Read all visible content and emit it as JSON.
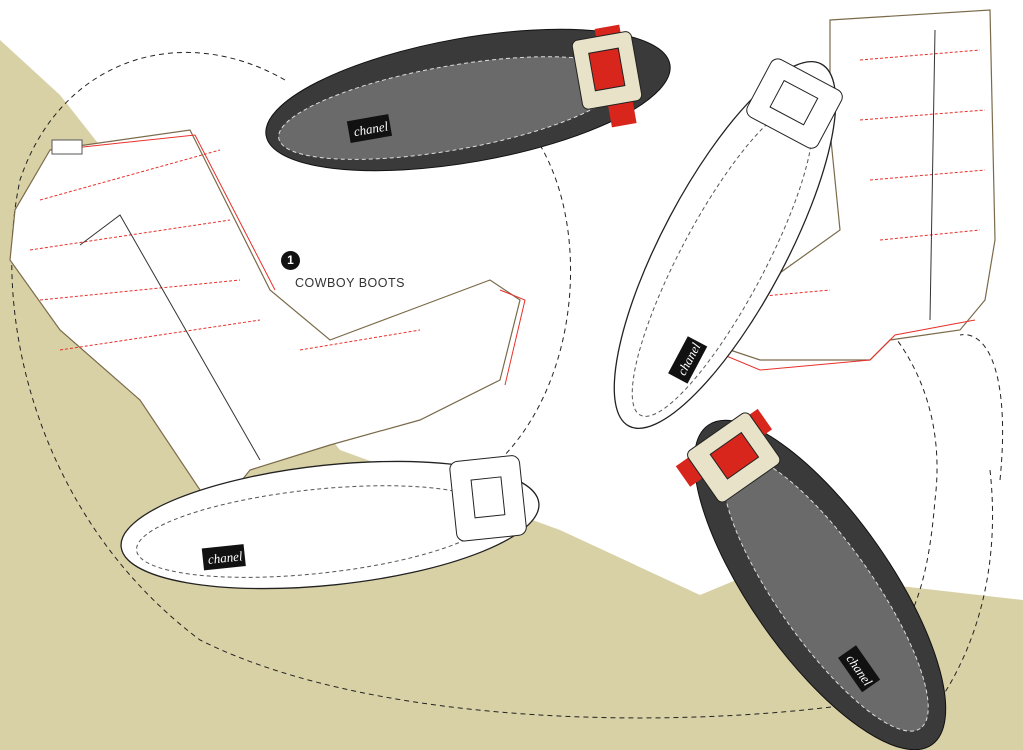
{
  "caption": {
    "number": "1",
    "title": "COWBOY BOOTS"
  },
  "brand_label": "chanel",
  "colors": {
    "background": "#ffffff",
    "khaki": "#d9d1a6",
    "stitch_red": "#e8302a",
    "leather_dark": "#3a3a3a",
    "buckle_red": "#d9261c"
  }
}
